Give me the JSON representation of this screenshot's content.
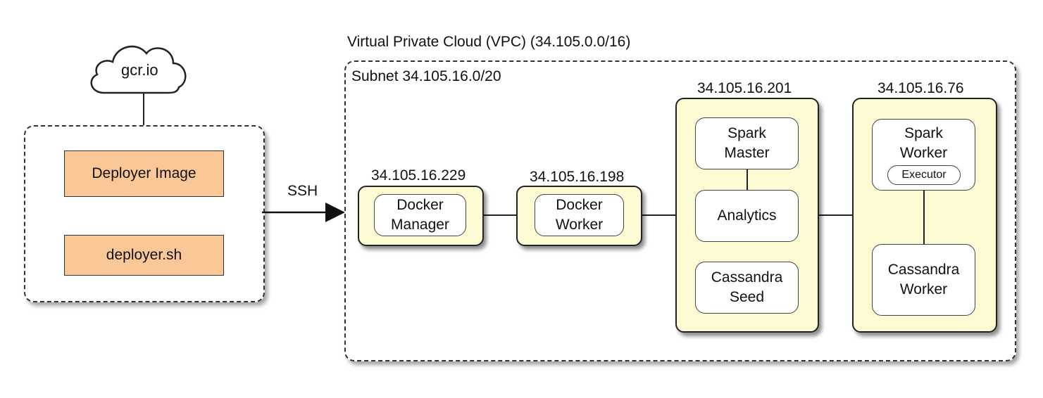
{
  "registry": {
    "label": "gcr.io"
  },
  "deployer": {
    "image_label": "Deployer Image",
    "script_label": "deployer.sh"
  },
  "connection": {
    "ssh_label": "SSH"
  },
  "vpc": {
    "title": "Virtual Private Cloud (VPC) (34.105.0.0/16)",
    "subnet": "Subnet 34.105.16.0/20"
  },
  "hosts": {
    "manager": {
      "ip": "34.105.16.229",
      "service": "Docker\nManager"
    },
    "worker": {
      "ip": "34.105.16.198",
      "service": "Docker\nWorker"
    },
    "master_node": {
      "ip": "34.105.16.201",
      "spark_master": "Spark\nMaster",
      "analytics": "Analytics",
      "cassandra_seed": "Cassandra\nSeed"
    },
    "worker_node": {
      "ip": "34.105.16.76",
      "spark_worker": "Spark\nWorker",
      "executor": "Executor",
      "cassandra_worker": "Cassandra\nWorker"
    }
  },
  "colors": {
    "node_fill": "#fdfbd3",
    "deployer_fill": "#f9c896",
    "border": "#222222"
  }
}
